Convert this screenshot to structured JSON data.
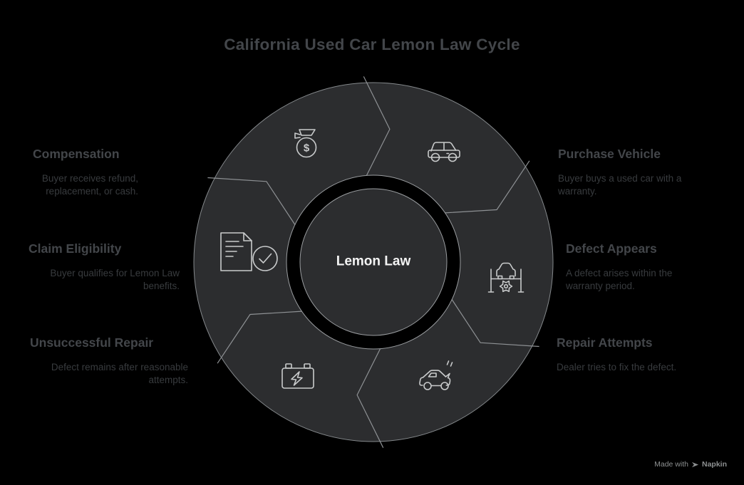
{
  "title": "California Used Car Lemon Law Cycle",
  "center": {
    "label": "Lemon Law"
  },
  "diagram": {
    "type": "cycle-wheel",
    "segments": 6,
    "flow_direction": "clockwise"
  },
  "steps": [
    {
      "id": "purchase-vehicle",
      "side": "right",
      "heading": "Purchase Vehicle",
      "description": "Buyer buys a used car with a warranty.",
      "icon": "car-icon"
    },
    {
      "id": "defect-appears",
      "side": "right",
      "heading": "Defect Appears",
      "description": "A defect arises within the warranty period.",
      "icon": "car-lift-gear-icon"
    },
    {
      "id": "repair-attempts",
      "side": "right",
      "heading": "Repair Attempts",
      "description": "Dealer tries to fix the defect.",
      "icon": "car-breakdown-icon"
    },
    {
      "id": "unsuccessful-repair",
      "side": "left",
      "heading": "Unsuccessful Repair",
      "description": "Defect remains after reasonable attempts.",
      "icon": "battery-icon"
    },
    {
      "id": "claim-eligibility",
      "side": "left",
      "heading": "Claim Eligibility",
      "description": "Buyer qualifies for Lemon Law benefits.",
      "icon": "document-check-icon"
    },
    {
      "id": "compensation",
      "side": "left",
      "heading": "Compensation",
      "description": "Buyer receives refund, replacement, or cash.",
      "icon": "money-bag-icon"
    }
  ],
  "watermark": {
    "prefix": "Made with",
    "brand": "Napkin",
    "logo": "napkin-arrow-icon"
  },
  "colors": {
    "background": "#000000",
    "wheel_fill": "#2c2d2f",
    "line": "#8e9194",
    "icon_stroke": "#c9cbcc",
    "heading_text": "#43464a",
    "body_text": "#383b3e",
    "center_text": "#f4f4f4",
    "watermark_text": "#8d9091"
  }
}
